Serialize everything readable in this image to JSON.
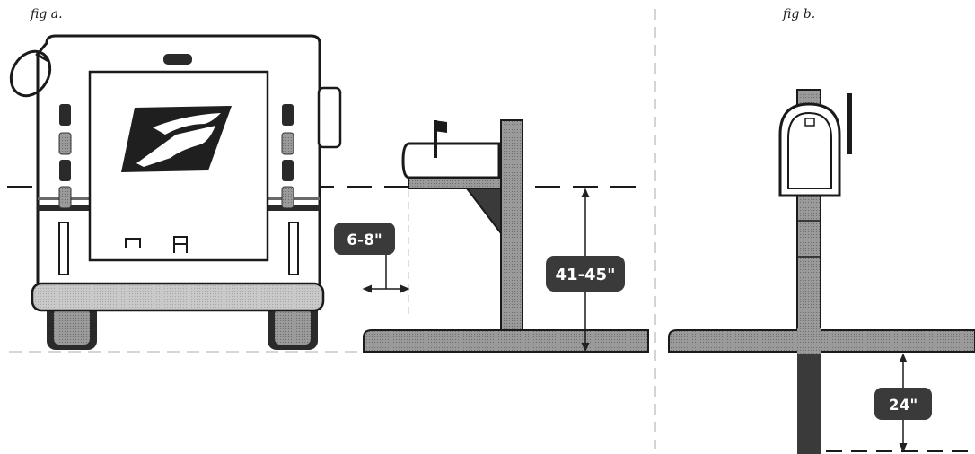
{
  "figures": [
    {
      "label": "fig a."
    },
    {
      "label": "fig b."
    }
  ],
  "measurements": {
    "offset": "6-8\"",
    "height": "41-45\"",
    "depth": "24\""
  },
  "icons": [
    "mail-truck-icon",
    "usps-eagle-logo",
    "mailbox-flag-icon"
  ]
}
